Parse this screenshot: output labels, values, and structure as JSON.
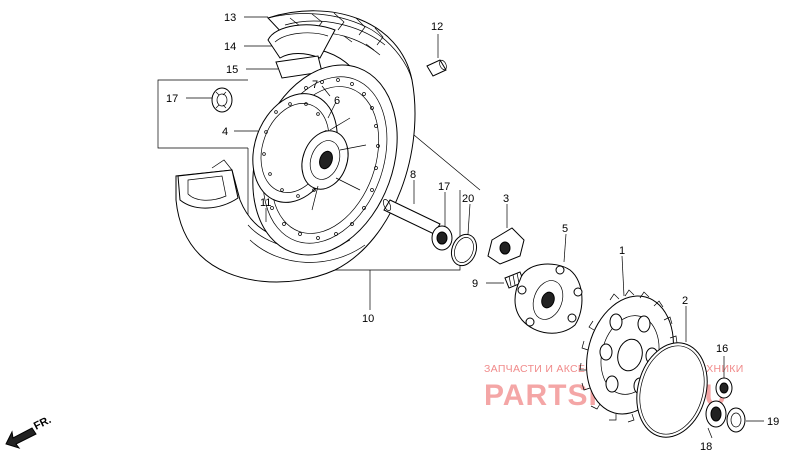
{
  "callouts": [
    "13",
    "14",
    "15",
    "17",
    "4",
    "7",
    "6",
    "11",
    "12",
    "8",
    "17",
    "20",
    "3",
    "5",
    "9",
    "10",
    "1",
    "2",
    "16",
    "18",
    "19"
  ],
  "watermark": {
    "caption": "ЗАПЧАСТИ И АКСЕССУАРЫ ДЛЯ МОТОТЕХНИКИ",
    "brand": "PARTSPORT.RU"
  },
  "direction": "FR."
}
